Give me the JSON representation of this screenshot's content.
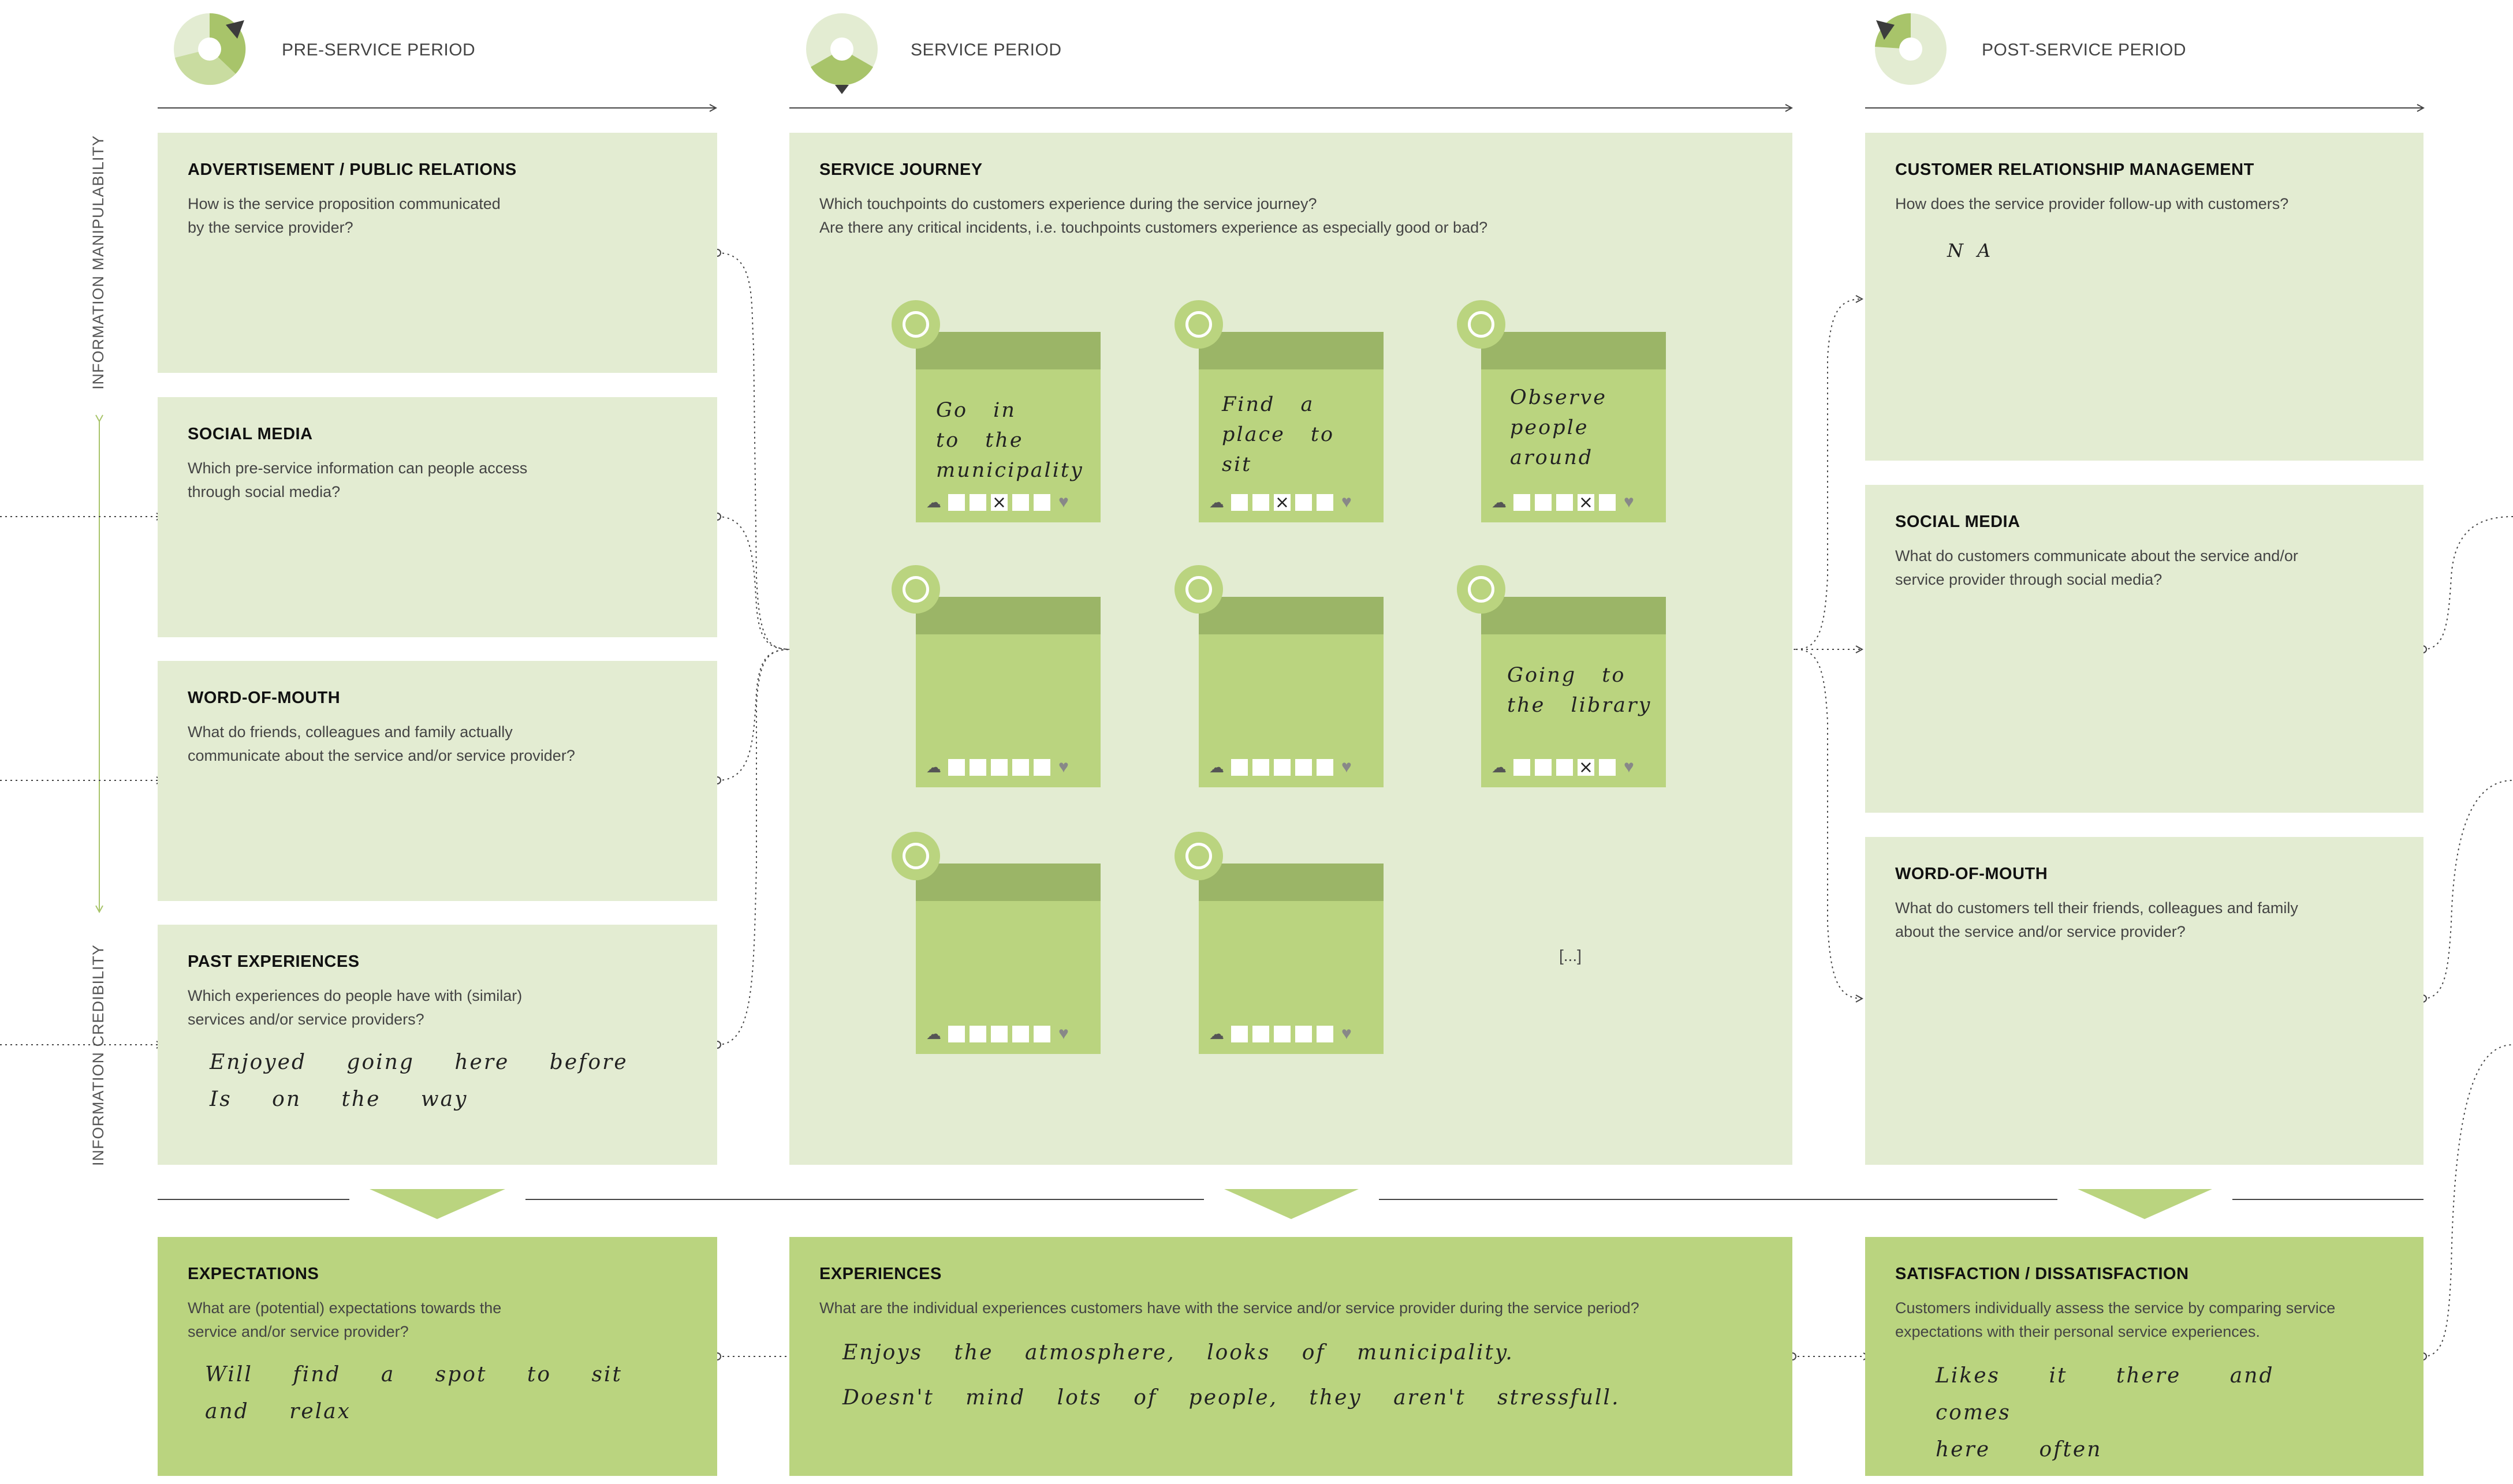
{
  "periods": [
    {
      "label": "PRE-SERVICE PERIOD"
    },
    {
      "label": "SERVICE PERIOD"
    },
    {
      "label": "POST-SERVICE PERIOD"
    }
  ],
  "axis": {
    "top_label": "INFORMATION MANIPULABILITY",
    "bottom_label": "INFORMATION CREDIBILITY"
  },
  "pre_service": {
    "advertisement": {
      "title": "ADVERTISEMENT / PUBLIC RELATIONS",
      "question": "How is the service proposition communicated\nby the service provider?",
      "answer": ""
    },
    "social_media": {
      "title": "SOCIAL MEDIA",
      "question": "Which pre-service information can people access\nthrough social media?",
      "answer": ""
    },
    "word_of_mouth": {
      "title": "WORD-OF-MOUTH",
      "question": "What do friends, colleagues and family actually\ncommunicate about the service and/or service provider?",
      "answer": ""
    },
    "past_experiences": {
      "title": "PAST EXPERIENCES",
      "question": "Which experiences do people have with (similar)\nservices and/or service providers?",
      "answer": "Enjoyed going here before\nIs on the way"
    }
  },
  "service": {
    "journey": {
      "title": "SERVICE JOURNEY",
      "question": "Which touchpoints do customers experience during the service journey?\nAre there any critical incidents, i.e. touchpoints customers experience as especially good or bad?"
    },
    "touchpoints": [
      {
        "text": "Go in\nto the\nmunicipality",
        "rating": 3
      },
      {
        "text": "Find a\nplace to\nsit",
        "rating": 3
      },
      {
        "text": "Observe\npeople\naround",
        "rating": 4
      },
      {
        "text": "Going to\nthe library",
        "rating": 4
      },
      {
        "text": "",
        "rating": 0
      },
      {
        "text": "",
        "rating": 0
      },
      {
        "text": "",
        "rating": 0
      },
      {
        "text": "",
        "rating": 0
      }
    ],
    "ellipsis": "[...]"
  },
  "post_service": {
    "crm": {
      "title": "CUSTOMER RELATIONSHIP MANAGEMENT",
      "question": "How does the service provider follow-up with customers?",
      "answer": "N A"
    },
    "social_media": {
      "title": "SOCIAL MEDIA",
      "question": "What do customers communicate about the service and/or\nservice provider through social media?",
      "answer": ""
    },
    "word_of_mouth": {
      "title": "WORD-OF-MOUTH",
      "question": "What do customers tell their friends, colleagues and family\nabout the service and/or service provider?",
      "answer": ""
    }
  },
  "bottom": {
    "expectations": {
      "title": "EXPECTATIONS",
      "question": "What are (potential) expectations towards the\nservice and/or service provider?",
      "answer": "Will find a spot to sit\nand relax"
    },
    "experiences": {
      "title": "EXPERIENCES",
      "question": "What are the individual experiences customers have with the service and/or service provider during the service period?",
      "answer": "Enjoys the atmosphere, looks of municipality.\nDoesn't mind lots of people, they aren't stressfull."
    },
    "satisfaction": {
      "title": "SATISFACTION / DISSATISFACTION",
      "question": "Customers individually assess the service by comparing service\nexpectations with their personal service experiences.",
      "answer": "Likes it there and comes\nhere often"
    }
  },
  "colors": {
    "light_panel": "#e3ecd2",
    "dark_panel": "#bad47f",
    "card_header": "#9bb567",
    "accent": "#a8c46a"
  }
}
